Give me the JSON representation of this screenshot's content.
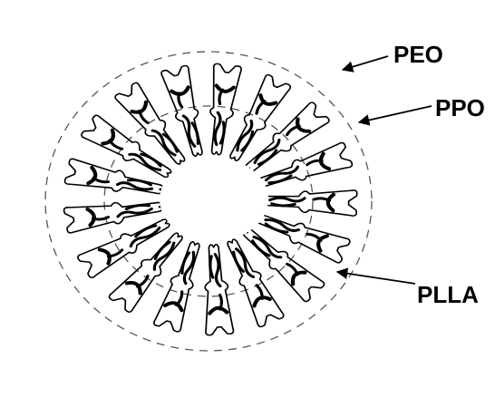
{
  "labels": {
    "peo": "PEO",
    "ppo": "PPO",
    "plla": "PLLA"
  },
  "colors": {
    "ink": "#000000",
    "background": "#ffffff",
    "dashed_ring": "#555555"
  }
}
